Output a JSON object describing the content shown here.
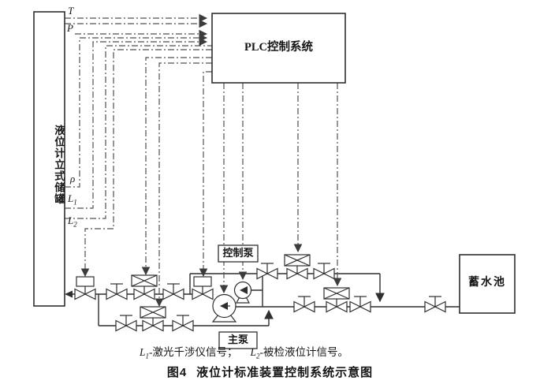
{
  "figure": {
    "tank": {
      "label": "液位计立式储罐"
    },
    "plc": {
      "label": "PLC控制系统"
    },
    "reservoir": {
      "label": "蓄水池"
    },
    "control_pump": {
      "label": "控制泵"
    },
    "main_pump": {
      "label": "主泵"
    },
    "signals": {
      "t": "T",
      "p": "P",
      "rho": "ρ",
      "l_base": "L",
      "l1_sub": "1",
      "l2_sub": "2"
    },
    "legend": {
      "l_base": "L",
      "l1_sub": "1",
      "l1_text": "-激光千涉仪信号；",
      "l2_sub": "2",
      "l2_text": "-被检液位计信号。"
    },
    "caption": {
      "fig_no": "图4",
      "title": "液位计标准装置控制系统示意图"
    }
  },
  "colors": {
    "pipe": "#2e2e2e",
    "signal": "#505050",
    "background": "#ffffff",
    "text": "#161616"
  }
}
